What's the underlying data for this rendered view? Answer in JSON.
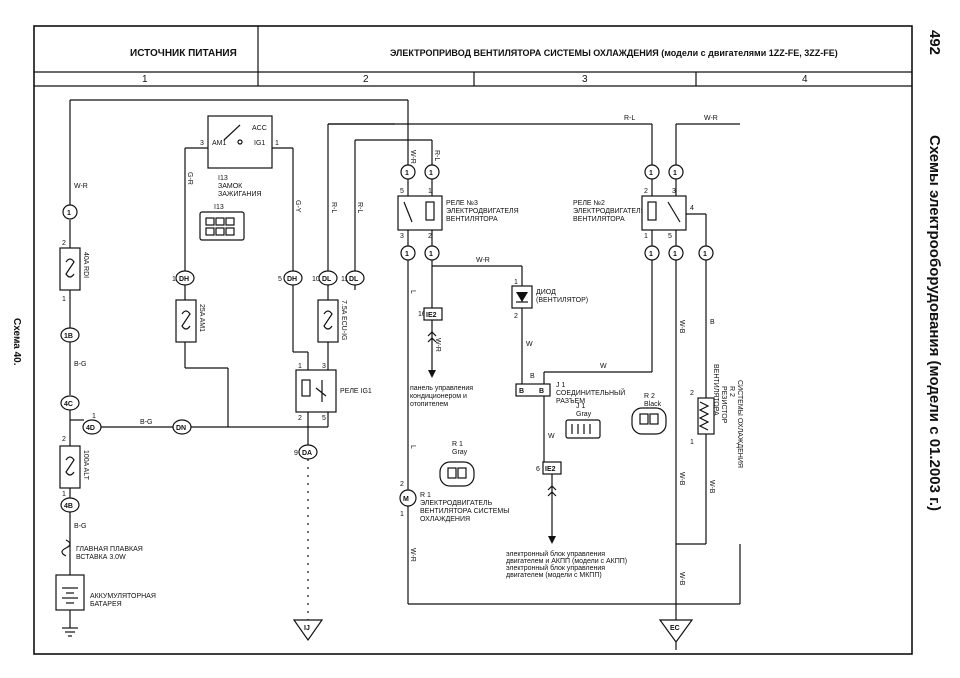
{
  "header": {
    "left_title": "ИСТОЧНИК ПИТАНИЯ",
    "right_title": "ЭЛЕКТРОПРИВОД ВЕНТИЛЯТОРА СИСТЕМЫ ОХЛАЖДЕНИЯ (модели с двигателями 1ZZ-FE, 3ZZ-FE)",
    "columns": [
      "1",
      "2",
      "3",
      "4"
    ]
  },
  "side": {
    "page_number": "492",
    "section_title": "Схемы электрооборудования (модели с 01.2003 г.)",
    "scheme_label": "Схема 40."
  },
  "fuses": {
    "rdi": "40A RDI",
    "am1": "25A AM1",
    "ecu_ig": "7.5A ECU-IG",
    "alt": "100A ALT"
  },
  "components": {
    "ignition_ref": "I13",
    "ignition_name_1": "ЗАМОК",
    "ignition_name_2": "ЗАЖИГАНИЯ",
    "ignition_conn_ref": "I13",
    "ig_am1": "AM1",
    "ig_acc": "ACC",
    "ig_ig1": "IG1",
    "relay_ig1": "РЕЛЕ IG1",
    "relay3_line1": "РЕЛЕ №3",
    "relay3_line2": "ЭЛЕКТРОДВИГАТЕЛЯ",
    "relay3_line3": "ВЕНТИЛЯТОРА",
    "relay2_line1": "РЕЛЕ №2",
    "relay2_line2": "ЭЛЕКТРОДВИГАТЕЛЯ",
    "relay2_line3": "ВЕНТИЛЯТОРА",
    "diode_line1": "ДИОД",
    "diode_line2": "(ВЕНТИЛЯТОР)",
    "j1_ref": "J 1",
    "j1_line1": "СОЕДИНИТЕЛЬНЫЙ",
    "j1_line2": "РАЗЪЕМ",
    "j1_conn_ref": "J 1",
    "j1_conn_color": "Gray",
    "r1_ref": "R 1",
    "r1_line1": "ЭЛЕКТРОДВИГАТЕЛЬ",
    "r1_line2": "ВЕНТИЛЯТОРА СИСТЕМЫ",
    "r1_line3": "ОХЛАЖДЕНИЯ",
    "r1_conn_ref": "R 1",
    "r1_conn_color": "Gray",
    "r2_ref": "R 2",
    "r2_line1": "РЕЗИСТОР",
    "r2_line2": "ВЕНТИЛЯТОРА",
    "r2_line3": "СИСТЕМЫ ОХЛАЖДЕНИЯ",
    "r2_conn_ref": "R 2",
    "r2_conn_color": "Black",
    "fusible_line1": "ГЛАВНАЯ ПЛАВКАЯ",
    "fusible_line2": "ВСТАВКА 3.0W",
    "battery_line1": "АККУМУЛЯТОРНАЯ",
    "battery_line2": "БАТАРЕЯ",
    "ac_panel_line1": "панель управления",
    "ac_panel_line2": "кондиционером и",
    "ac_panel_line3": "отопителем",
    "ecu_line1": "электронный блок управления",
    "ecu_line2": "двигателем и АКПП (модели с АКПП)",
    "ecu_line3": "электронный блок управления",
    "ecu_line4": "двигателем (модели с МКПП)"
  },
  "connectors": {
    "c1": "1",
    "c1B": "1B",
    "c4C": "4C",
    "c4D": "4D",
    "c4B": "4B",
    "dh": "DH",
    "dl": "DL",
    "dn": "DN",
    "da": "DA",
    "ie2": "IE2",
    "ground_ij": "IJ",
    "ground_ec": "EC"
  },
  "wires": {
    "w_r": "W-R",
    "b_g": "B-G",
    "g_r": "G-R",
    "g_y": "G-Y",
    "r_l": "R-L",
    "l": "L",
    "w": "W",
    "b": "B",
    "w_b": "W-B"
  },
  "pins": {
    "p1": "1",
    "p2": "2",
    "p3": "3",
    "p4": "4",
    "p5": "5",
    "p6": "6",
    "p9": "9",
    "p10": "10",
    "p11": "11",
    "p16": "16"
  }
}
